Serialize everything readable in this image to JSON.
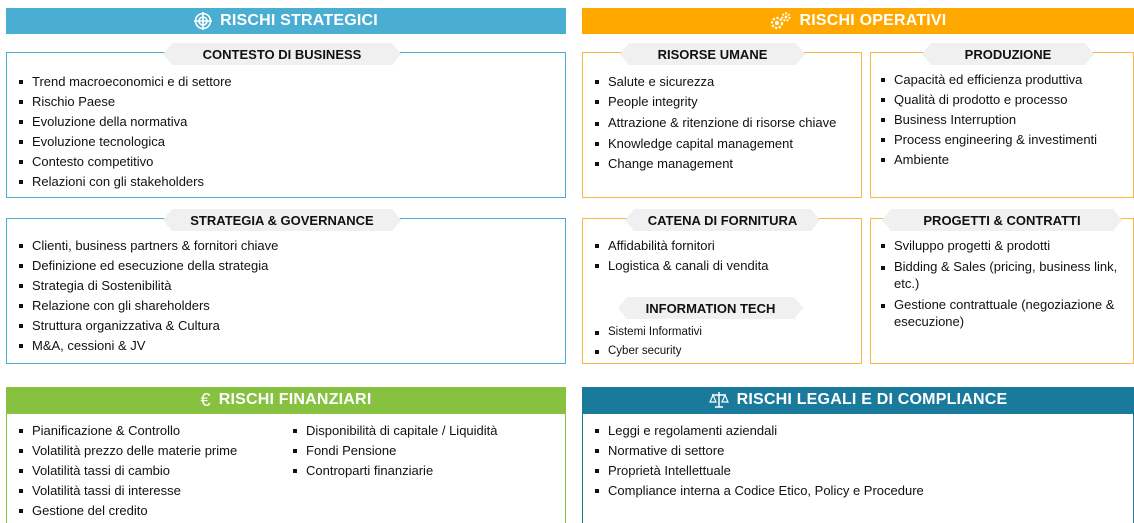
{
  "colors": {
    "strategic": "#4aaed3",
    "operational": "#ffa800",
    "financial": "#86c13f",
    "legal": "#1a7a9c"
  },
  "strategic": {
    "title": "RISCHI STRATEGICI",
    "icon": "crosshair-icon",
    "contesto": {
      "title": "CONTESTO DI BUSINESS",
      "items": [
        "Trend macroeconomici e di settore",
        "Rischio Paese",
        "Evoluzione della normativa",
        "Evoluzione tecnologica",
        "Contesto competitivo",
        "Relazioni con gli stakeholders"
      ]
    },
    "strategia": {
      "title": "STRATEGIA & GOVERNANCE",
      "items": [
        "Clienti, business partners & fornitori chiave",
        "Definizione ed esecuzione della strategia",
        "Strategia di Sostenibilità",
        "Relazione con gli shareholders",
        "Struttura organizzativa & Cultura",
        "M&A, cessioni & JV"
      ]
    }
  },
  "operational": {
    "title": "RISCHI OPERATIVI",
    "icon": "gears-icon",
    "risorse": {
      "title": "RISORSE UMANE",
      "items": [
        "Salute e sicurezza",
        "People integrity",
        "Attrazione & ritenzione di risorse chiave",
        "Knowledge capital management",
        "Change management"
      ]
    },
    "produzione": {
      "title": "PRODUZIONE",
      "items": [
        "Capacità ed efficienza produttiva",
        "Qualità di prodotto e processo",
        "Business Interruption",
        "Process engineering & investimenti",
        "Ambiente"
      ]
    },
    "catena": {
      "title": "CATENA DI FORNITURA",
      "items": [
        "Affidabilità fornitori",
        "Logistica & canali di vendita"
      ]
    },
    "it": {
      "title": "INFORMATION TECH",
      "items": [
        "Sistemi Informativi",
        "Cyber security"
      ]
    },
    "progetti": {
      "title": "PROGETTI & CONTRATTI",
      "items": [
        "Sviluppo progetti & prodotti",
        "Bidding & Sales (pricing, business link, etc.)",
        "Gestione contrattuale (negoziazione & esecuzione)"
      ]
    }
  },
  "financial": {
    "title": "RISCHI FINANZIARI",
    "icon": "euro-icon",
    "icon_glyph": "€",
    "col1": [
      "Pianificazione & Controllo",
      "Volatilità prezzo delle materie prime",
      "Volatilità tassi di cambio",
      "Volatilità tassi di interesse",
      "Gestione del credito"
    ],
    "col2": [
      "Disponibilità di capitale / Liquidità",
      "Fondi Pensione",
      "Controparti finanziarie"
    ]
  },
  "legal": {
    "title": "RISCHI LEGALI E DI COMPLIANCE",
    "icon": "scales-icon",
    "items": [
      "Leggi e regolamenti aziendali",
      "Normative di settore",
      "Proprietà Intellettuale",
      "Compliance interna a Codice Etico, Policy e Procedure"
    ]
  }
}
